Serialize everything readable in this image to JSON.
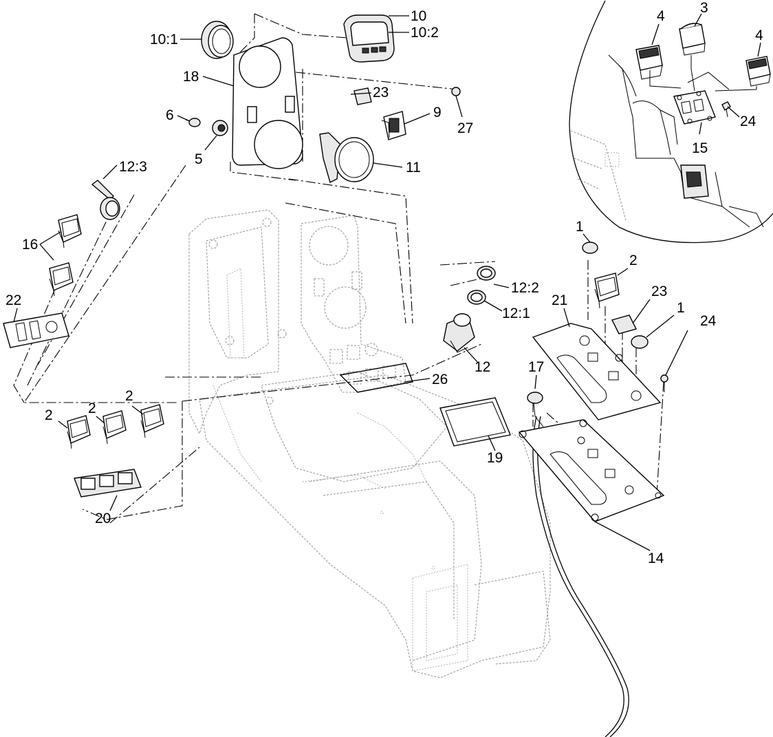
{
  "callouts": {
    "c1a": "1",
    "c1b": "1",
    "c2a": "2",
    "c2b": "2",
    "c2c": "2",
    "c2d": "2",
    "c3": "3",
    "c4a": "4",
    "c4b": "4",
    "c5": "5",
    "c6": "6",
    "c9": "9",
    "c10": "10",
    "c10_1": "10:1",
    "c10_2": "10:2",
    "c11": "11",
    "c12": "12",
    "c12_1": "12:1",
    "c12_2": "12:2",
    "c12_3": "12:3",
    "c14": "14",
    "c15": "15",
    "c16": "16",
    "c17": "17",
    "c18": "18",
    "c19": "19",
    "c20": "20",
    "c21": "21",
    "c22": "22",
    "c23a": "23",
    "c23b": "23",
    "c24a": "24",
    "c24b": "24",
    "c26": "26",
    "c27": "27"
  }
}
